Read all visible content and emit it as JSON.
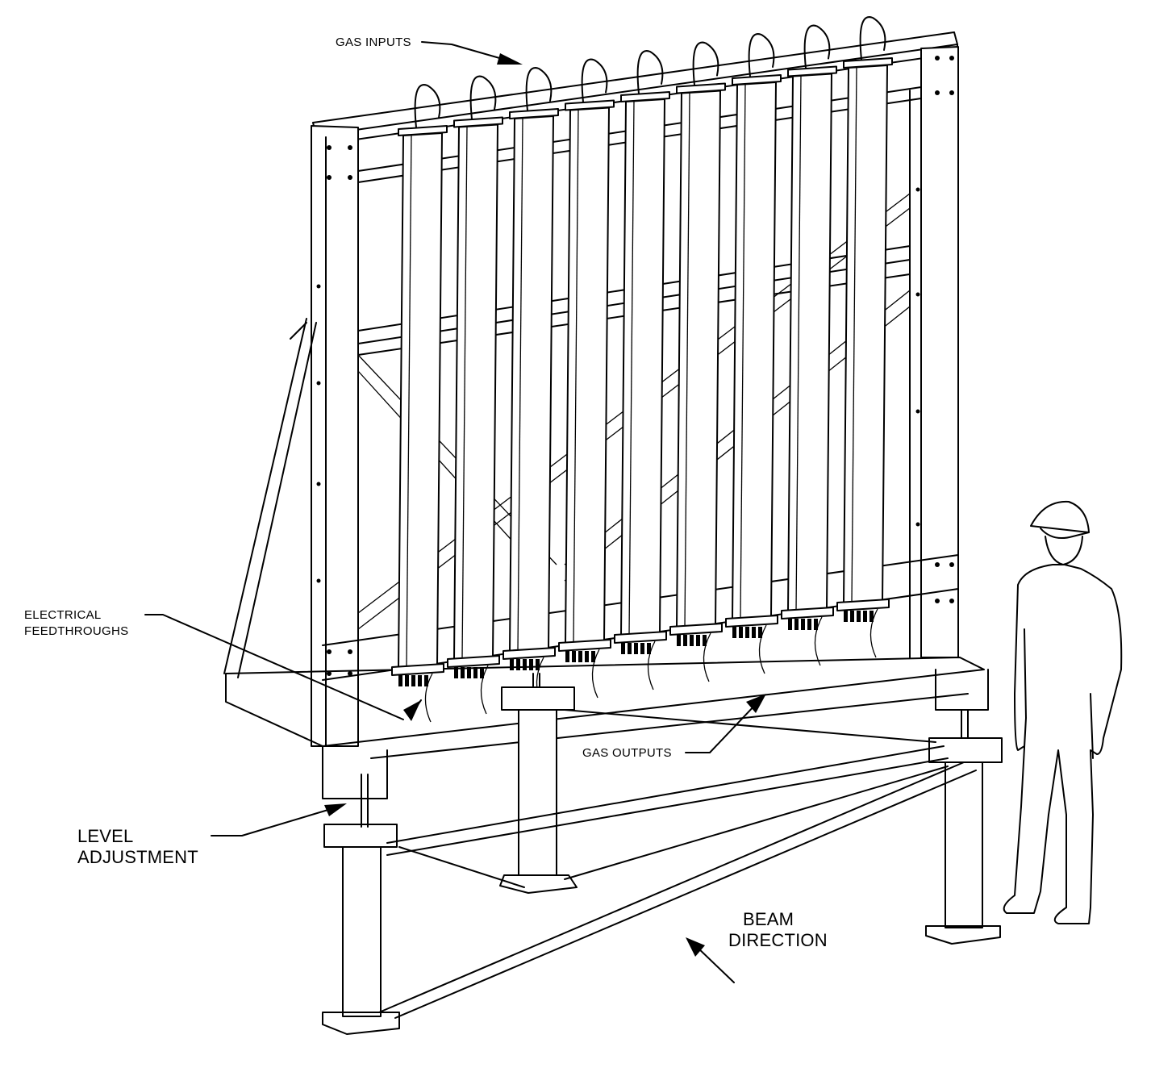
{
  "labels": {
    "gas_inputs": "GAS INPUTS",
    "electrical_line1": "ELECTRICAL",
    "electrical_line2": "FEEDTHROUGHS",
    "gas_outputs": "GAS OUTPUTS",
    "level_line1": "LEVEL",
    "level_line2": "ADJUSTMENT",
    "beam_line1": "BEAM",
    "beam_line2": "DIRECTION"
  },
  "detector_module_count": 9,
  "colors": {
    "ink": "#000000",
    "paper": "#ffffff"
  }
}
